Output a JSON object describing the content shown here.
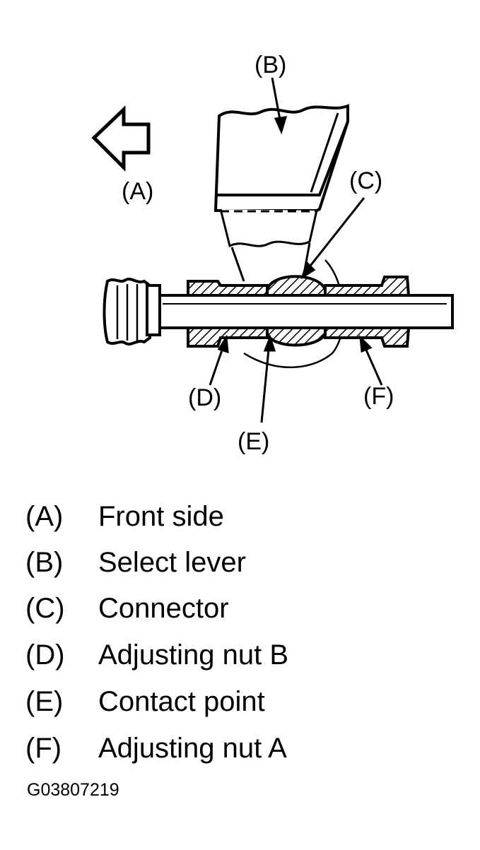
{
  "callouts": {
    "a": "(A)",
    "b": "(B)",
    "c": "(C)",
    "d": "(D)",
    "e": "(E)",
    "f": "(F)"
  },
  "legend": [
    {
      "key": "(A)",
      "desc": "Front side"
    },
    {
      "key": "(B)",
      "desc": "Select lever"
    },
    {
      "key": "(C)",
      "desc": "Connector"
    },
    {
      "key": "(D)",
      "desc": "Adjusting nut B"
    },
    {
      "key": "(E)",
      "desc": "Contact point"
    },
    {
      "key": "(F)",
      "desc": "Adjusting nut A"
    }
  ],
  "figure_code": "G03807219",
  "colors": {
    "ink": "#000000",
    "paper": "#ffffff"
  }
}
